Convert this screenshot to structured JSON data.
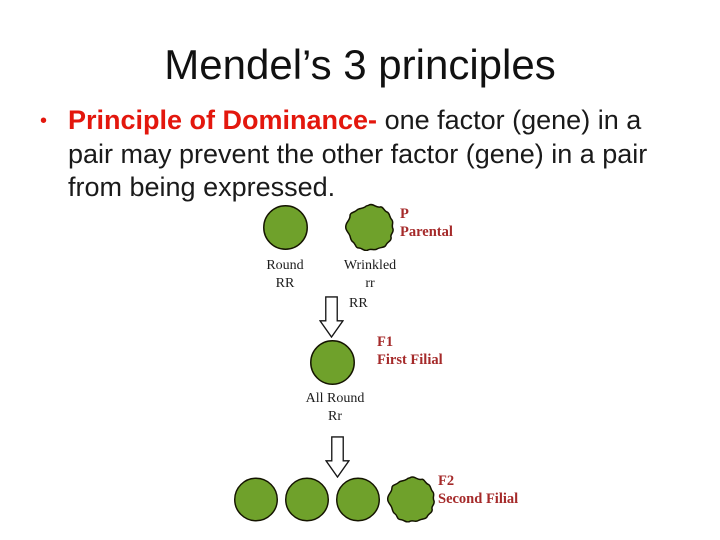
{
  "colors": {
    "background": "#ffffff",
    "title_text": "#111111",
    "body_text": "#1a1a1a",
    "highlight_red": "#e3170d",
    "generation_red": "#a52a2a",
    "pea_green": "#6fa12b",
    "pea_outline": "#141400"
  },
  "slide": {
    "title": "Mendel’s 3 principles",
    "bullet": {
      "marker": "•",
      "highlight": "Principle of Dominance-",
      "text": " one factor (gene) in a pair may prevent the other factor (gene) in a pair from being expressed."
    }
  },
  "diagram": {
    "parental": {
      "generation_abbr": "P",
      "generation_name": "Parental",
      "round_name": "Round",
      "round_genotype": "RR",
      "wrinkled_name": "Wrinkled",
      "wrinkled_genotype": "rr",
      "cross_genotype": "RR"
    },
    "f1": {
      "generation_abbr": "F1",
      "generation_name": "First Filial",
      "result_name": "All Round",
      "result_genotype": "Rr"
    },
    "f2": {
      "generation_abbr": "F2",
      "generation_name": "Second Filial"
    },
    "icons": {
      "round_pea": "solid green circle with dark outline",
      "wrinkled_pea": "green bumpy-edged blob with dark outline",
      "down_arrow": "hollow white block arrow pointing down"
    }
  }
}
